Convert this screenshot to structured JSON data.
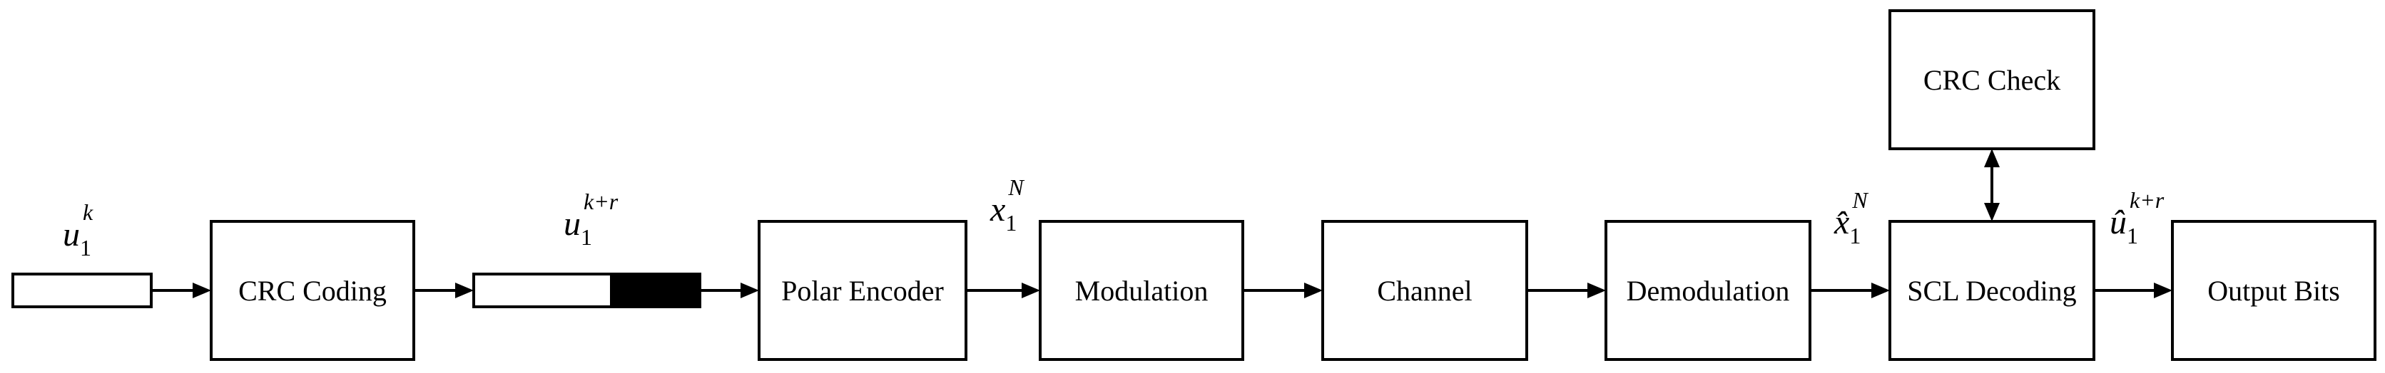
{
  "blocks": {
    "crc_coding": "CRC Coding",
    "polar_encoder": "Polar Encoder",
    "modulation": "Modulation",
    "channel": "Channel",
    "demodulation": "Demodulation",
    "scl_decoding": "SCL Decoding",
    "output_bits": "Output Bits",
    "crc_check": "CRC Check"
  },
  "signals": {
    "input": {
      "base": "u",
      "sub": "1",
      "sup": "k"
    },
    "crc_output": {
      "base": "u",
      "sub": "1",
      "sup": "k+r"
    },
    "encoded": {
      "base": "x",
      "sub": "1",
      "sup": "N"
    },
    "received": {
      "base": "x̂",
      "sub": "1",
      "sup": "N"
    },
    "decoded": {
      "base": "û",
      "sub": "1",
      "sup": "k+r"
    }
  },
  "colors": {
    "stroke": "#000000",
    "fill": "#ffffff",
    "parity_bits": "#000000"
  }
}
